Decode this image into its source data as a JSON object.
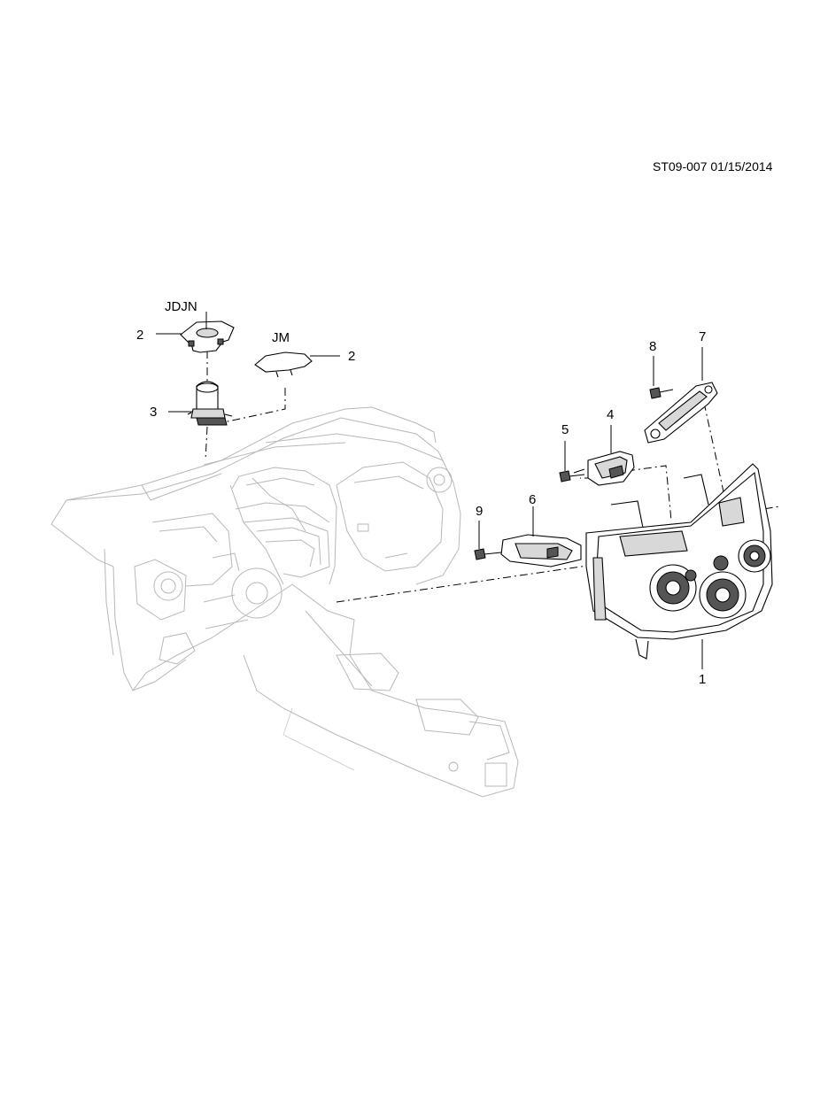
{
  "header": {
    "doc_id": "ST09-007 01/15/2014"
  },
  "variants": {
    "jdjn": "JDJN",
    "jm": "JM"
  },
  "callouts": {
    "c1": "1",
    "c2a": "2",
    "c2b": "2",
    "c3": "3",
    "c4": "4",
    "c5": "5",
    "c6": "6",
    "c7": "7",
    "c8": "8",
    "c9": "9"
  }
}
